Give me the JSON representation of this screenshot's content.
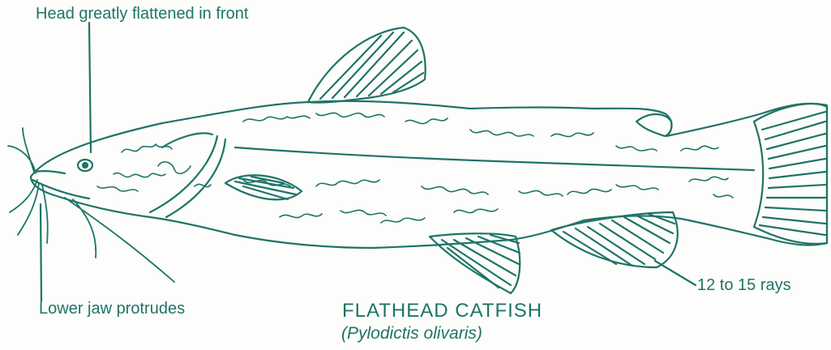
{
  "labels": {
    "head": "Head greatly flattened in front",
    "jaw": "Lower jaw protrudes",
    "rays": "12 to 15 rays"
  },
  "title": {
    "common_name": "FLATHEAD CATFISH",
    "scientific_name": "(Pylodictis olivaris)"
  },
  "colors": {
    "ink": "#1e7467",
    "paper": "#fdfdfb"
  }
}
